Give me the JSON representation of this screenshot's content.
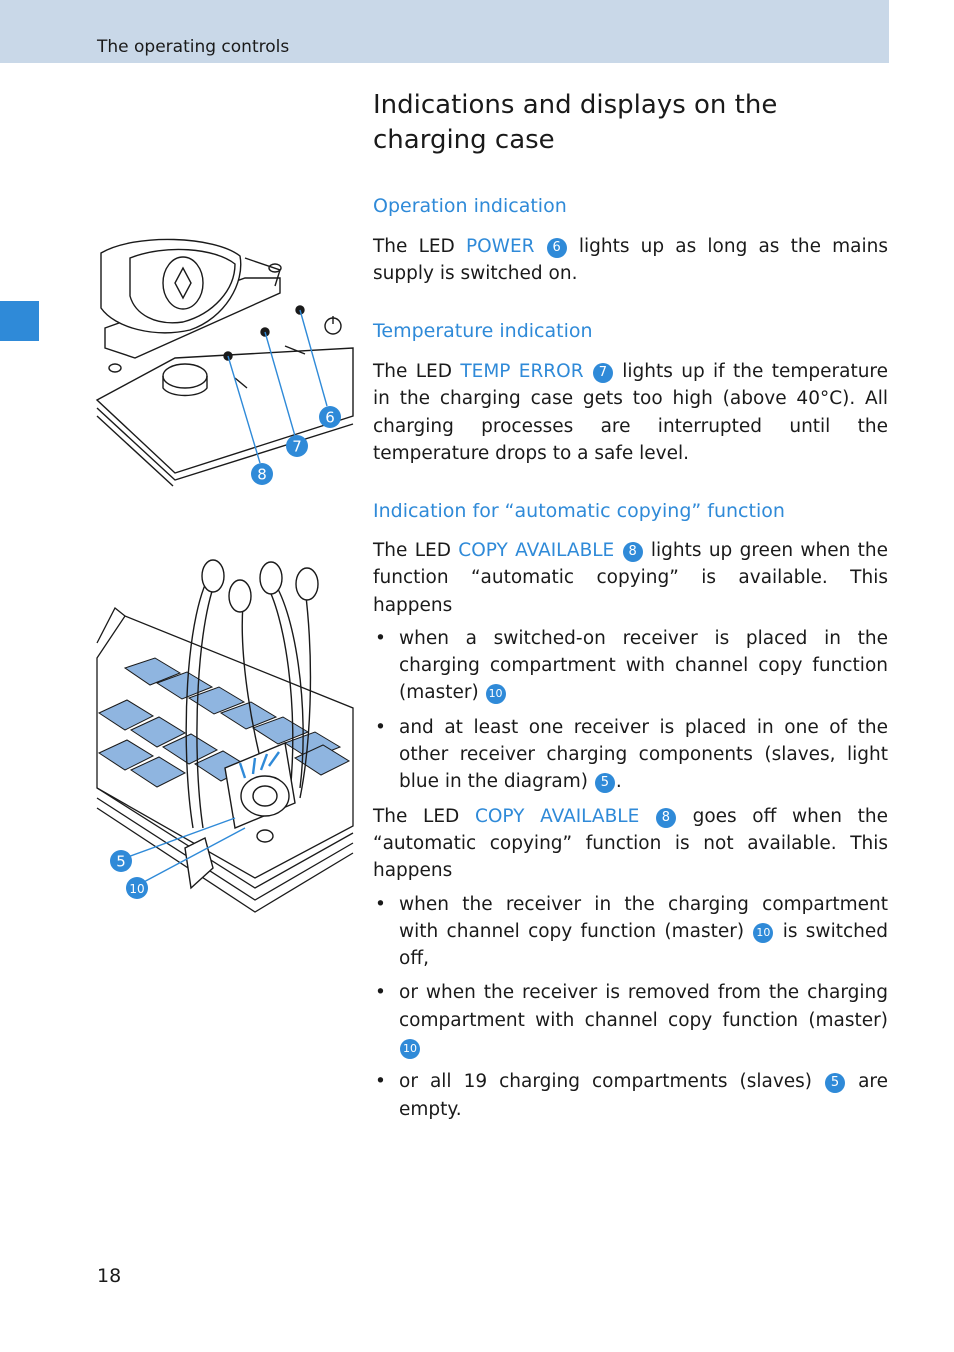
{
  "header": {
    "section": "The operating controls"
  },
  "page": {
    "number": "18"
  },
  "title": "Indications and displays on the charging case",
  "badges": {
    "b5": "5",
    "b6": "6",
    "b7": "7",
    "b8": "8",
    "b10": "10"
  },
  "sections": {
    "operation": {
      "heading": "Operation indication",
      "t1": "The LED ",
      "led": "POWER",
      "t2": " lights up as long as the mains supply is switched on."
    },
    "temperature": {
      "heading": "Temperature indication",
      "t1": "The LED ",
      "led": "TEMP ERROR",
      "t2": " lights up if the temperature in the charging case gets too high (above 40°C). All charging processes are interrupted until the temperature drops to a safe level."
    },
    "copy": {
      "heading": "Indication for “automatic copying” function",
      "p1_t1": "The LED ",
      "p1_led": "COPY AVAILABLE",
      "p1_t2": " lights up green when the function “automatic copying” is available. This happens",
      "b1_t1": "when a switched-on receiver is placed in the charging compartment with channel copy function (master) ",
      "b2_t1": "and at least one receiver is placed in one of the other receiver charging components (slaves, light blue in the diagram) ",
      "b2_t2": ".",
      "p2_t1": "The LED ",
      "p2_led": "COPY AVAILABLE",
      "p2_t2": " goes off when the “automatic copying” function is not available. This happens",
      "b3_t1": "when the receiver in the charging compartment with channel copy function (master) ",
      "b3_t2": " is switched off,",
      "b4_t1": "or when the receiver is removed from the charging compartment with channel copy function (master) ",
      "b5_t1": "or all 19 charging compartments (slaves) ",
      "b5_t2": " are empty."
    }
  },
  "colors": {
    "accent": "#2f8ad8",
    "header_band": "#c9d8e8",
    "slave_fill": "#8fb5e0"
  }
}
